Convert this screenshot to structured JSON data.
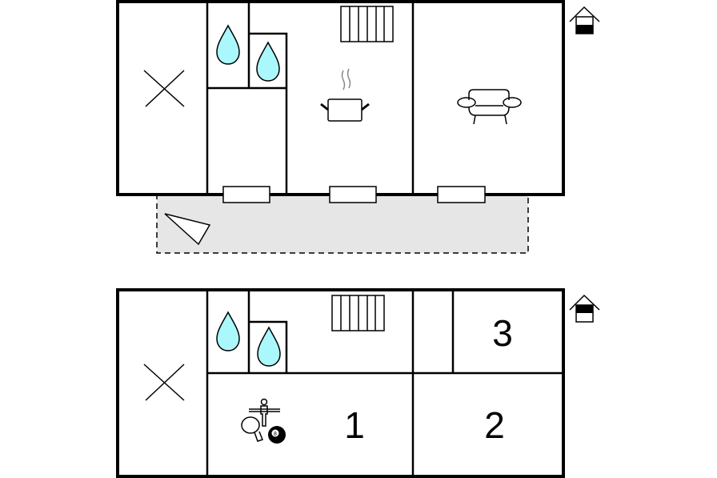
{
  "floor_plans": [
    {
      "name": "ground-floor",
      "rooms": [],
      "icons": [
        "entrance-x-icon",
        "water-drop-icon",
        "water-drop-icon",
        "radiator-icon",
        "cooking-pot-icon",
        "sofa-icon",
        "house-floor-icon"
      ],
      "terrace": true
    },
    {
      "name": "upper-floor",
      "room_labels": {
        "room1": "1",
        "room2": "2",
        "room3": "3"
      },
      "icons": [
        "entrance-x-icon",
        "water-drop-icon",
        "water-drop-icon",
        "radiator-icon",
        "games-icon",
        "house-floor-icon"
      ]
    }
  ],
  "colors": {
    "water": "#aaf8fb",
    "terrace": "#e6e6e6",
    "wall": "#000000"
  }
}
